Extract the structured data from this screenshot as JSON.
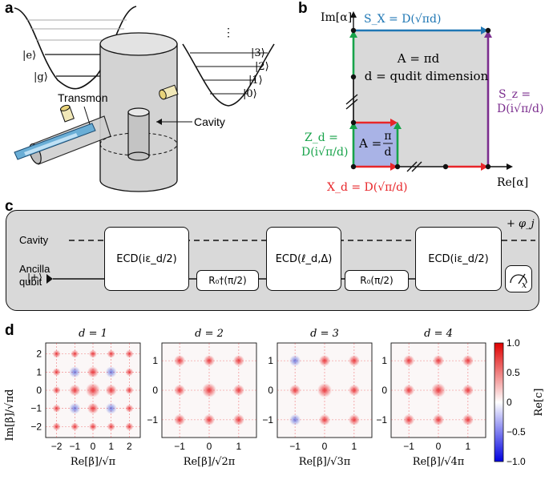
{
  "panels": {
    "a": "a",
    "b": "b",
    "c": "c",
    "d": "d"
  },
  "panel_a": {
    "state_e": "|e⟩",
    "state_g": "|g⟩",
    "states": [
      "|3⟩",
      "|2⟩",
      "|1⟩",
      "|0⟩"
    ],
    "dots": "⋮",
    "transmon_label": "Transmon",
    "cavity_label": "Cavity"
  },
  "panel_b": {
    "im_axis": "Im[α]",
    "re_axis": "Re[α]",
    "sx": "S_X = D(√πd)",
    "area": "A = πd",
    "qudit": "d = qudit dimension",
    "sz_1": "S_z =",
    "sz_2": "D(i√π/d)",
    "zd_1": "Z_d =",
    "zd_2": "D(i√π/d)",
    "a_small_1": "A =",
    "a_small_num": "π",
    "a_small_den": "d",
    "xd": "X_d = D(√π/d)"
  },
  "panel_c": {
    "cavity": "Cavity",
    "ancilla_1": "Ancilla",
    "ancilla_2": "qubit",
    "plus_state": "|+⟩",
    "phase": "+ φ_j",
    "gates": [
      "ECD(iε_d/2)",
      "ECD(ℓ_d,Δ)",
      "ECD(iε_d/2)"
    ],
    "rotations": [
      "R₀†(π/2)",
      "R₀(π/2)"
    ],
    "measure_axis": "x"
  },
  "panel_d": {
    "plots": [
      {
        "title": "d = 1",
        "xlabel": "Re[β]/√π",
        "xticks": [
          "−2",
          "−1",
          "0",
          "1",
          "2"
        ]
      },
      {
        "title": "d = 2",
        "xlabel": "Re[β]/√2π",
        "xticks": [
          "−1",
          "0",
          "1"
        ]
      },
      {
        "title": "d = 3",
        "xlabel": "Re[β]/√3π",
        "xticks": [
          "−1",
          "0",
          "1"
        ]
      },
      {
        "title": "d = 4",
        "xlabel": "Re[β]/√4π",
        "xticks": [
          "−1",
          "0",
          "1"
        ]
      }
    ],
    "ylabel": "Im[β]/√πd",
    "yticks_d1": [
      "2",
      "1",
      "0",
      "−1",
      "−2"
    ],
    "yticks": [
      "1",
      "0",
      "−1"
    ],
    "colorbar_ticks": [
      "1.0",
      "0.5",
      "0",
      "−0.5",
      "−1.0"
    ],
    "colorbar_label": "Re[c]"
  },
  "colors": {
    "red": "#e8262a",
    "blue": "#1f77b4",
    "green": "#17a34a",
    "purple": "#7b2d8e",
    "patch": "#aab4e6"
  }
}
